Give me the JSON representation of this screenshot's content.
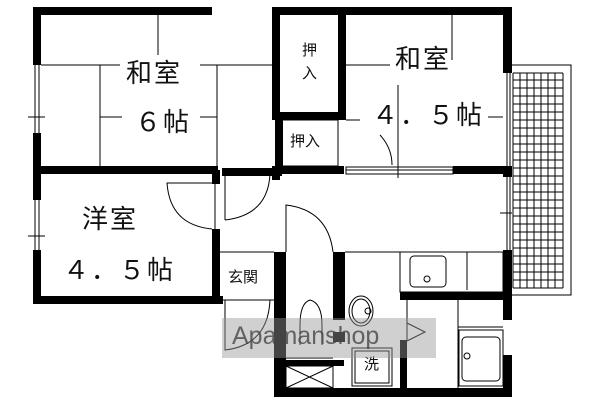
{
  "floor_plan": {
    "rooms": [
      {
        "id": "washitsu-6",
        "name": "和室",
        "size": "６帖"
      },
      {
        "id": "washitsu-45",
        "name": "和室",
        "size": "４．５帖"
      },
      {
        "id": "youshitsu-45",
        "name": "洋室",
        "size": "４．５帖"
      }
    ],
    "closets": [
      {
        "id": "oshiire-1",
        "label_line1": "押",
        "label_line2": "入"
      },
      {
        "id": "oshiire-2",
        "label": "押入"
      }
    ],
    "entrance": {
      "label": "玄関"
    },
    "washer": {
      "label": "洗"
    },
    "watermark": "Apamanshop",
    "colors": {
      "wall": "#000000",
      "background": "#ffffff",
      "watermark_bg": "#969696"
    }
  }
}
